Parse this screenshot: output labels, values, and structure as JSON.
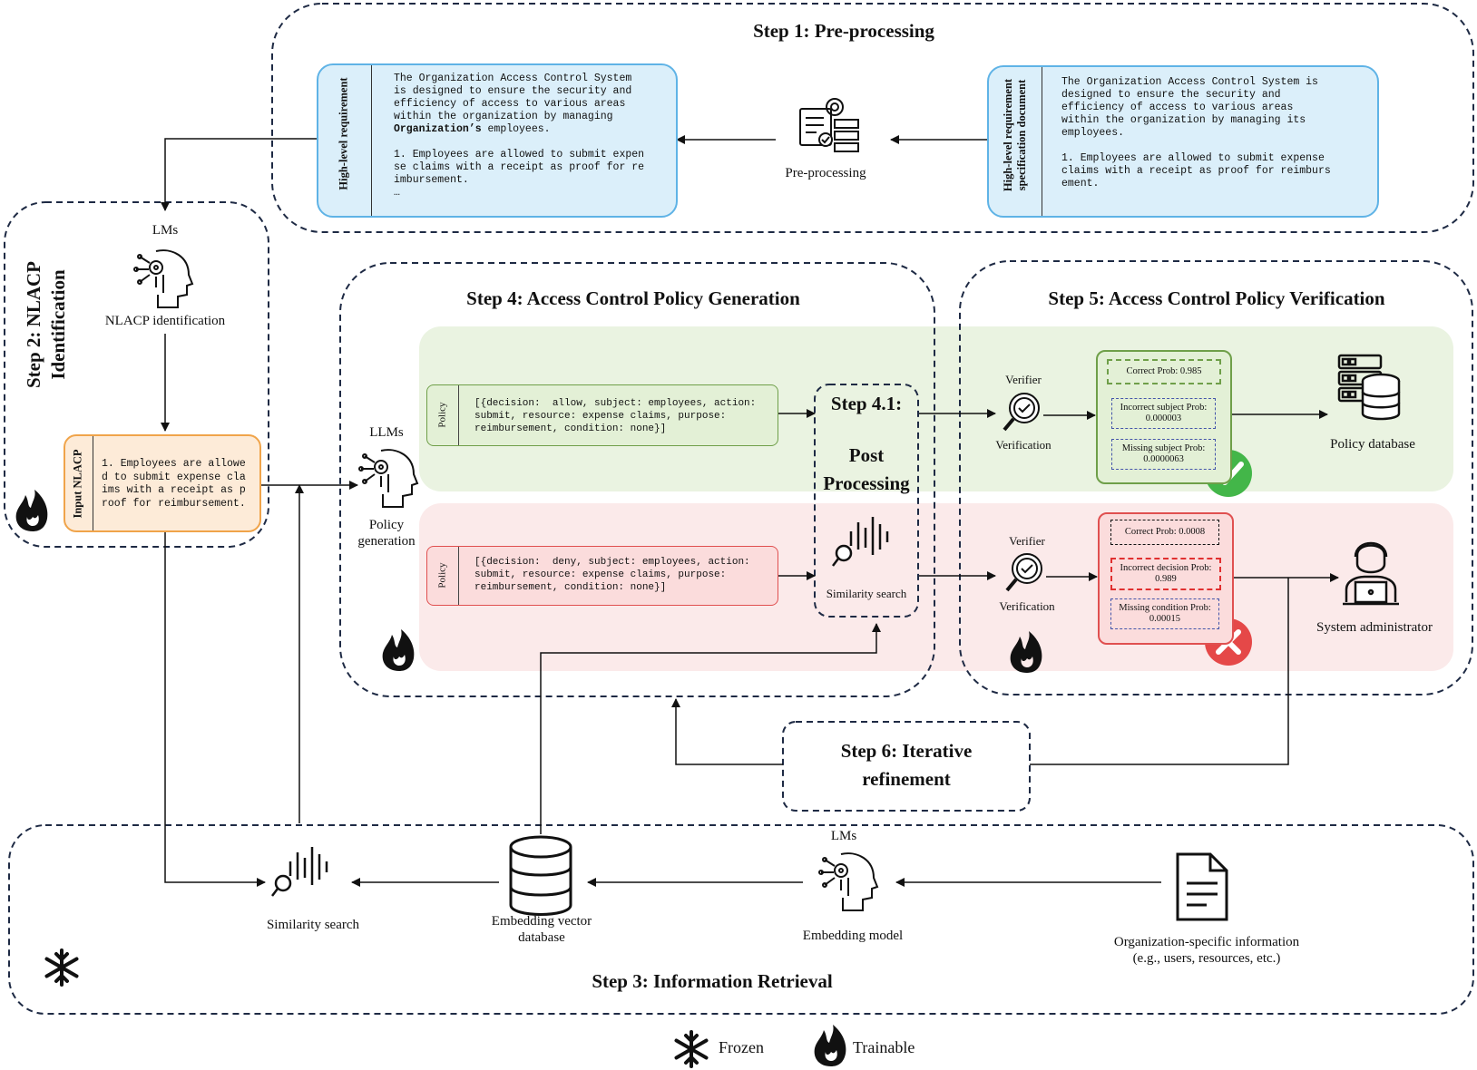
{
  "step1": {
    "title": "Step 1: Pre-processing",
    "left_doc_side": "High-level requirement",
    "left_doc_text_1": "The Organization Access Control System\nis designed to ensure the security and\nefficiency of access to various areas\nwithin the organization by managing",
    "left_doc_bold": "Organization’s",
    "left_doc_text_2": " employees.",
    "left_doc_text_3": "1. Employees are allowed to submit expen\nse claims with a receipt as proof for re\nimbursement.\n…",
    "right_doc_side_1": "High-level requirement",
    "right_doc_side_2": "specification document",
    "right_doc_text": "The Organization Access Control System is\ndesigned to ensure the security and\nefficiency of access to various areas\nwithin the organization by managing its\nemployees.\n\n1. Employees are allowed to submit expense\nclaims with a receipt as proof for reimburs\nement.",
    "preprocessing_label": "Pre-processing"
  },
  "step2": {
    "title_1": "Step 2: NLACP",
    "title_2": "Identification",
    "lms_label": "LMs",
    "nlacp_label": "NLACP identification",
    "input_side": "Input NLACP",
    "input_text": "1. Employees are allowe\nd to submit expense cla\nims with a receipt as p\nroof for reimbursement."
  },
  "step4": {
    "title": "Step 4: Access Control Policy Generation",
    "llms_label": "LLMs",
    "policy_gen_1": "Policy",
    "policy_gen_2": "generation",
    "policy_side": "Policy",
    "policy_allow": "[{decision:  allow, subject: employees, action:\nsubmit, resource: expense claims, purpose:\nreimbursement, condition: none}]",
    "policy_deny": "[{decision:  deny, subject: employees, action:\nsubmit, resource: expense claims, purpose:\nreimbursement, condition: none}]"
  },
  "step41": {
    "title": "Step 4.1:",
    "sub_1": "Post",
    "sub_2": "Processing",
    "similarity_label": "Similarity search"
  },
  "step5": {
    "title": "Step 5: Access Control Policy Verification",
    "verifier_top": "Verifier",
    "verification_top": "Verification",
    "verifier_bottom": "Verifier",
    "verification_bottom": "Verification",
    "green_probs": [
      "Correct Prob: 0.985",
      "Incorrect subject Prob:\n0.000003",
      "Missing subject Prob:\n0.0000063"
    ],
    "red_probs": [
      "Correct Prob: 0.0008",
      "Incorrect decision Prob:\n0.989",
      "Missing condition Prob:\n0.00015"
    ],
    "policy_db_label": "Policy database",
    "sysadmin_label": "System administrator"
  },
  "step6": {
    "title_1": "Step 6: Iterative",
    "title_2": "refinement"
  },
  "step3": {
    "title": "Step 3: Information Retrieval",
    "similarity_label": "Similarity search",
    "embedding_db_1": "Embedding  vector",
    "embedding_db_2": "database",
    "lms_label": "LMs",
    "embedding_model_label": "Embedding model",
    "org_info_1": "Organization-specific information",
    "org_info_2": "(e.g., users, resources, etc.)"
  },
  "legend": {
    "frozen": "Frozen",
    "trainable": "Trainable"
  },
  "colors": {
    "dash_border": "#1e2a44",
    "doc_fill": "#dbeffa",
    "doc_border": "#5fb3e6",
    "green_band": "#eaf3e1",
    "red_band": "#fbeaea",
    "green_box_fill": "#e3f0d6",
    "green_box_border": "#6f9f49",
    "red_box_fill": "#fbdcdc",
    "red_box_border": "#e05050",
    "input_fill": "#fdebd8",
    "input_border": "#f0a44a",
    "check_green": "#43b649",
    "cross_red": "#e54848"
  }
}
